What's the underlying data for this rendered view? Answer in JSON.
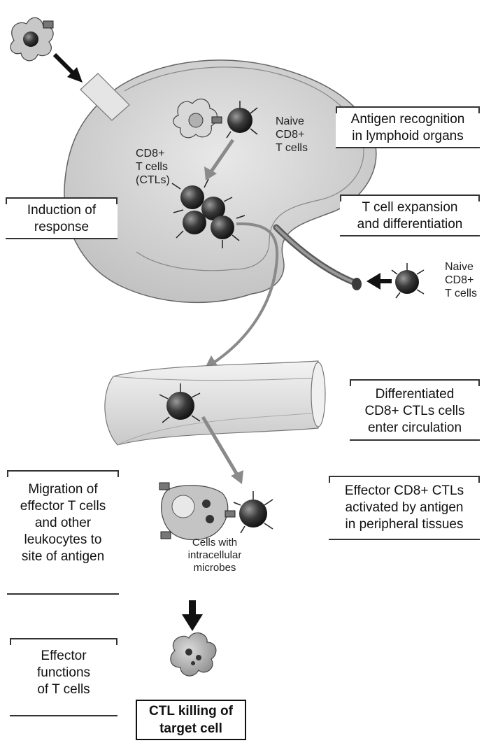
{
  "labels": {
    "naive_top": [
      "Naive",
      "CD8+",
      "T cells"
    ],
    "ctls": [
      "CD8+",
      "T cells",
      "(CTLs)"
    ],
    "naive_right": [
      "Naive",
      "CD8+",
      "T cells"
    ],
    "cells_with": [
      "Cells with",
      "intracellular",
      "microbes"
    ]
  },
  "boxes": {
    "antigen_recognition": [
      "Antigen recognition",
      "in lymphoid organs"
    ],
    "induction": [
      "Induction of",
      "response"
    ],
    "expansion": [
      "T cell expansion",
      "and differentiation"
    ],
    "differentiated": [
      "Differentiated",
      "CD8+ CTLs cells",
      "enter circulation"
    ],
    "migration": [
      "Migration of",
      "effector T cells",
      "and other",
      "leukocytes to",
      "site of antigen"
    ],
    "effector_activated": [
      "Effector CD8+ CTLs",
      "activated by antigen",
      "in peripheral tissues"
    ],
    "effector_functions": [
      "Effector",
      "functions",
      "of T cells"
    ],
    "ctl_killing": [
      "CTL killing of",
      "target cell"
    ]
  },
  "colors": {
    "node_bg": "#d9d9d9",
    "cell_dark": "#2a2a2a",
    "arrow": "#111111"
  }
}
